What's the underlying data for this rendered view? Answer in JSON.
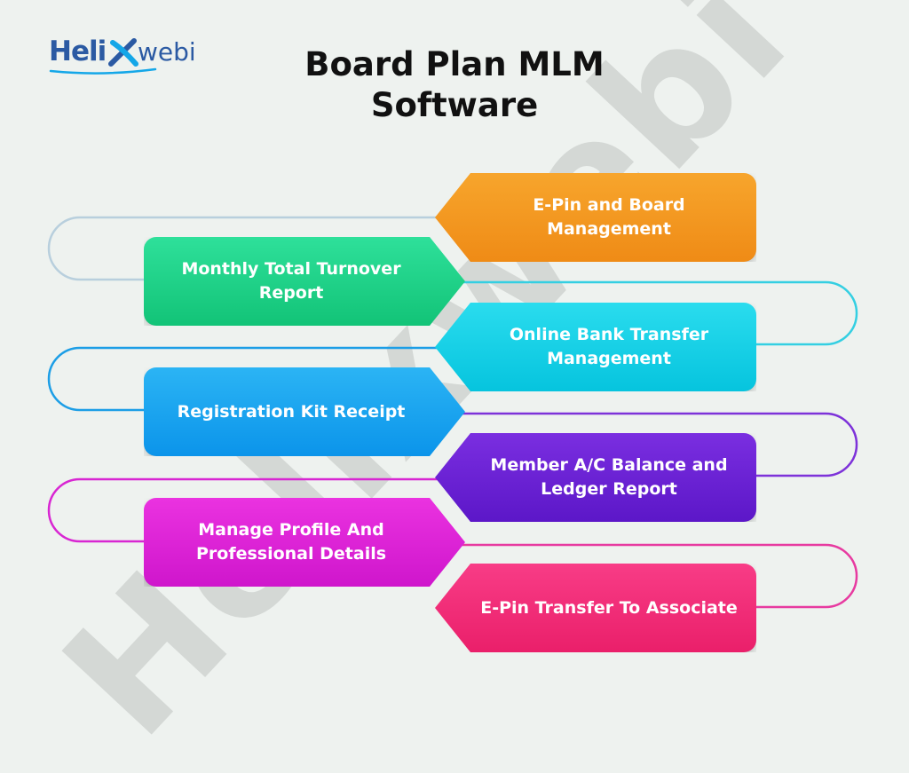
{
  "brand": {
    "name_part1": "Heli",
    "name_part2": "webi",
    "watermark": "Helixwebi"
  },
  "title": "Board Plan MLM Software",
  "colors": {
    "background": "#eef2ef",
    "orange": "#f39a1f",
    "green": "#1fcf86",
    "cyan": "#0fcfe6",
    "blue": "#18a4ef",
    "purple": "#6d22d6",
    "magenta": "#e022d8",
    "pink": "#f32a78"
  },
  "features": [
    {
      "label": "E-Pin and Board Management",
      "color": "orange"
    },
    {
      "label": "Monthly Total Turnover Report",
      "color": "green"
    },
    {
      "label": "Online Bank Transfer Management",
      "color": "cyan"
    },
    {
      "label": "Registration Kit Receipt",
      "color": "blue"
    },
    {
      "label": "Member A/C Balance and Ledger Report",
      "color": "purple"
    },
    {
      "label": "Manage Profile And Professional Details",
      "color": "magenta"
    },
    {
      "label": "E-Pin Transfer To Associate",
      "color": "pink"
    }
  ]
}
